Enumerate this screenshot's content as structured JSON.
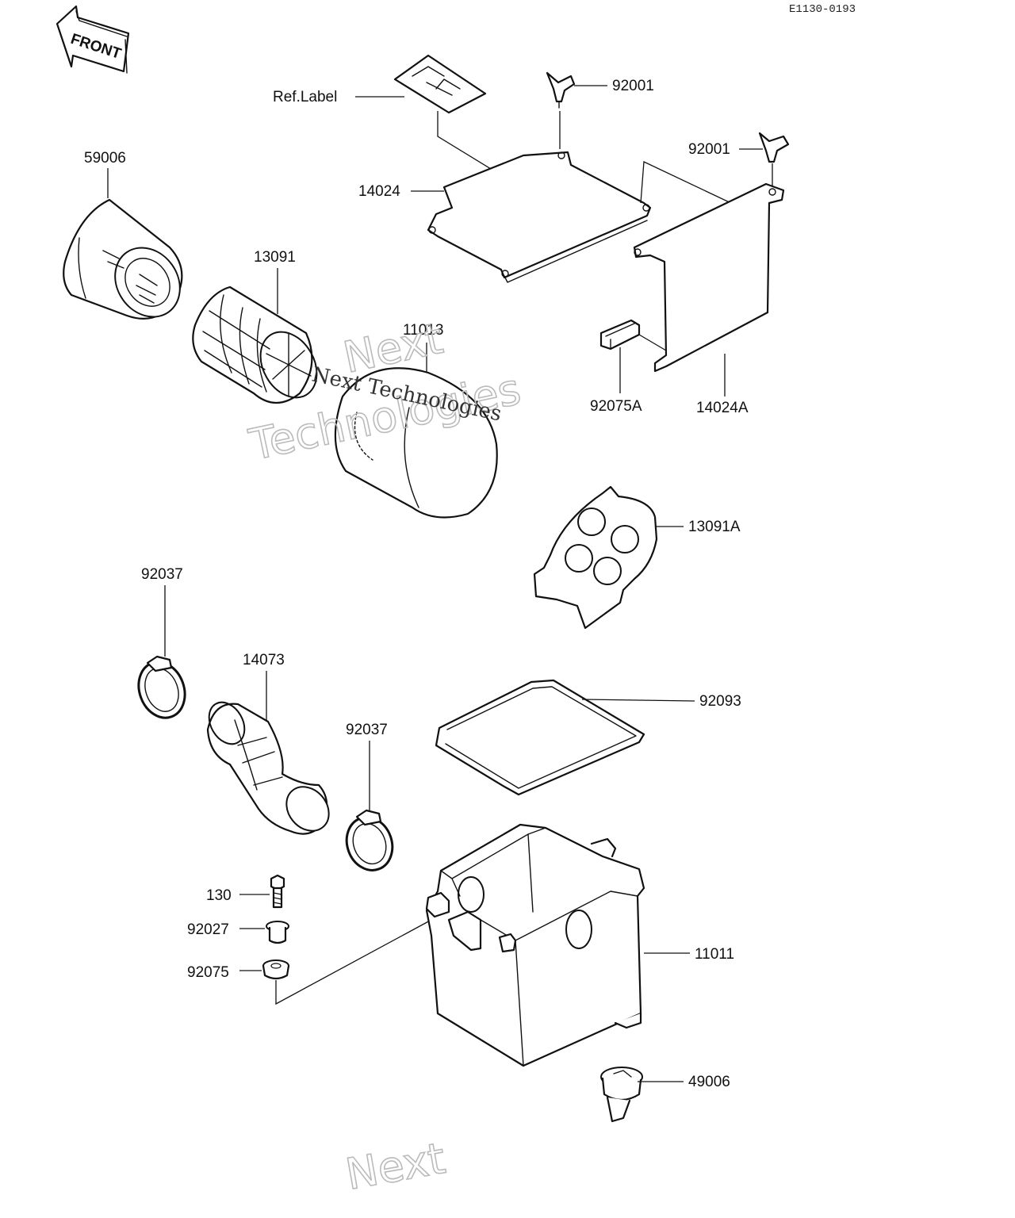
{
  "diagram_code": "E1130-0193",
  "front_arrow_text": "FRONT",
  "watermark": {
    "line1": "Next",
    "line2": "Technologies",
    "overlay": "Next Technologies",
    "bottom": "Next"
  },
  "labels": {
    "ref_label": "Ref.Label",
    "p92001a": "92001",
    "p92001b": "92001",
    "p59006": "59006",
    "p14024": "14024",
    "p13091": "13091",
    "p11013": "11013",
    "p92075A": "92075A",
    "p14024A": "14024A",
    "p13091A": "13091A",
    "p92037a": "92037",
    "p14073": "14073",
    "p92093": "92093",
    "p92037b": "92037",
    "p130": "130",
    "p92027": "92027",
    "p92075": "92075",
    "p11011": "11011",
    "p49006": "49006"
  },
  "icons": [
    "front-arrow-icon",
    "wing-bolt-icon",
    "air-filter-icon",
    "filter-cage-icon",
    "hose-clamp-icon",
    "intake-duct-icon",
    "air-box-icon",
    "drain-plug-icon"
  ]
}
